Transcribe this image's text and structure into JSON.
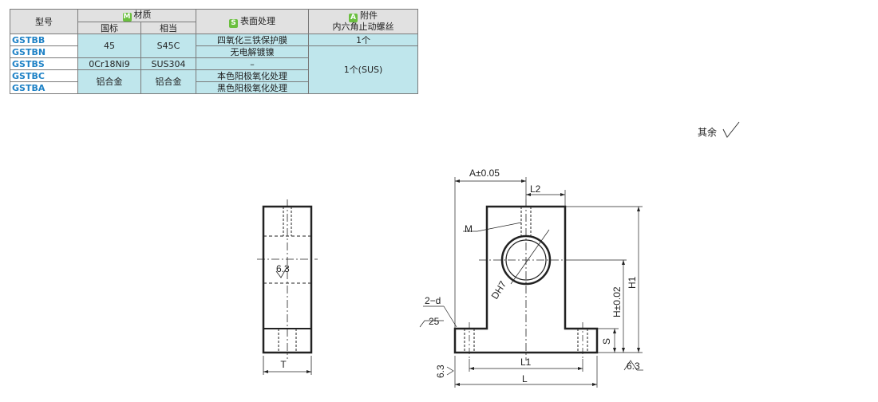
{
  "table": {
    "h_model": "型号",
    "h_material": "材质",
    "h_material_tag": "M",
    "h_national": "国标",
    "h_equivalent": "相当",
    "h_surface": "表面处理",
    "h_surface_tag": "S",
    "h_accessory": "附件",
    "h_accessory_tag": "A",
    "h_accessory_sub": "内六角止动螺丝",
    "rows": [
      {
        "code": "GSTBB",
        "surface": "四氧化三铁保护膜"
      },
      {
        "code": "GSTBN",
        "surface": "无电解镀镍"
      },
      {
        "code": "GSTBS",
        "surface": "–"
      },
      {
        "code": "GSTBC",
        "surface": "本色阳极氧化处理"
      },
      {
        "code": "GSTBA",
        "surface": "黑色阳极氧化处理"
      }
    ],
    "mat_45": "45",
    "mat_s45c": "S45C",
    "mat_0cr": "0Cr18Ni9",
    "mat_sus304": "SUS304",
    "mat_al": "铝合金",
    "mat_al2": "铝合金",
    "acc_1": "1个",
    "acc_sus": "1个(SUS)"
  },
  "note": {
    "others": "其余"
  },
  "drawing": {
    "roughness_side": "6.3",
    "dim_T": "T",
    "dim_A": "A±0.05",
    "dim_L2": "L2",
    "label_M": "M",
    "label_DH7": "DH7",
    "dim_2d": "2−d",
    "roughness_25": "25",
    "dim_L1": "L1",
    "dim_L": "L",
    "dim_S": "S",
    "dim_H": "H±0.02",
    "dim_H1": "H1",
    "roughness_63a": "6.3",
    "roughness_63b": "6.3"
  }
}
